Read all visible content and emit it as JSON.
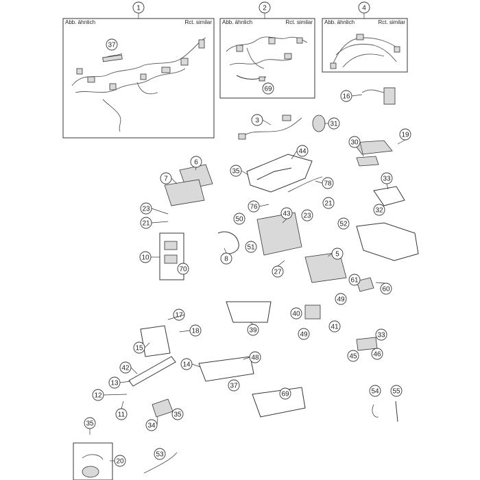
{
  "box_labels": {
    "similar_de": "Abb. ähnlich",
    "similar_en": "Rct. similar"
  },
  "callouts": [
    {
      "id": "c1",
      "label": "1"
    },
    {
      "id": "c2",
      "label": "2"
    },
    {
      "id": "c4",
      "label": "4"
    },
    {
      "id": "c37a",
      "label": "37"
    },
    {
      "id": "c69a",
      "label": "69"
    },
    {
      "id": "c16",
      "label": "16"
    },
    {
      "id": "c3",
      "label": "3"
    },
    {
      "id": "c31",
      "label": "31"
    },
    {
      "id": "c19",
      "label": "19"
    },
    {
      "id": "c30",
      "label": "30"
    },
    {
      "id": "c6",
      "label": "6"
    },
    {
      "id": "c44",
      "label": "44"
    },
    {
      "id": "c35a",
      "label": "35"
    },
    {
      "id": "c7",
      "label": "7"
    },
    {
      "id": "c78",
      "label": "78"
    },
    {
      "id": "c33a",
      "label": "33"
    },
    {
      "id": "c32",
      "label": "32"
    },
    {
      "id": "c23a",
      "label": "23"
    },
    {
      "id": "c76",
      "label": "76"
    },
    {
      "id": "c43",
      "label": "43"
    },
    {
      "id": "c21a",
      "label": "21"
    },
    {
      "id": "c21b",
      "label": "21"
    },
    {
      "id": "c50",
      "label": "50"
    },
    {
      "id": "c23b",
      "label": "23"
    },
    {
      "id": "c52",
      "label": "52"
    },
    {
      "id": "c51",
      "label": "51"
    },
    {
      "id": "c10",
      "label": "10"
    },
    {
      "id": "c70",
      "label": "70"
    },
    {
      "id": "c8",
      "label": "8"
    },
    {
      "id": "c5",
      "label": "5"
    },
    {
      "id": "c27",
      "label": "27"
    },
    {
      "id": "c61",
      "label": "61"
    },
    {
      "id": "c60",
      "label": "60"
    },
    {
      "id": "c49a",
      "label": "49"
    },
    {
      "id": "c40",
      "label": "40"
    },
    {
      "id": "c41",
      "label": "41"
    },
    {
      "id": "c49b",
      "label": "49"
    },
    {
      "id": "c17",
      "label": "17"
    },
    {
      "id": "c18",
      "label": "18"
    },
    {
      "id": "c39",
      "label": "39"
    },
    {
      "id": "c33b",
      "label": "33"
    },
    {
      "id": "c15",
      "label": "15"
    },
    {
      "id": "c46",
      "label": "46"
    },
    {
      "id": "c45",
      "label": "45"
    },
    {
      "id": "c14",
      "label": "14"
    },
    {
      "id": "c48",
      "label": "48"
    },
    {
      "id": "c42",
      "label": "42"
    },
    {
      "id": "c13",
      "label": "13"
    },
    {
      "id": "c37b",
      "label": "37"
    },
    {
      "id": "c69b",
      "label": "69"
    },
    {
      "id": "c12",
      "label": "12"
    },
    {
      "id": "c11",
      "label": "11"
    },
    {
      "id": "c35b",
      "label": "35"
    },
    {
      "id": "c34",
      "label": "34"
    },
    {
      "id": "c54",
      "label": "54"
    },
    {
      "id": "c55",
      "label": "55"
    },
    {
      "id": "c35c",
      "label": "35"
    },
    {
      "id": "c20",
      "label": "20"
    },
    {
      "id": "c53",
      "label": "53"
    }
  ]
}
